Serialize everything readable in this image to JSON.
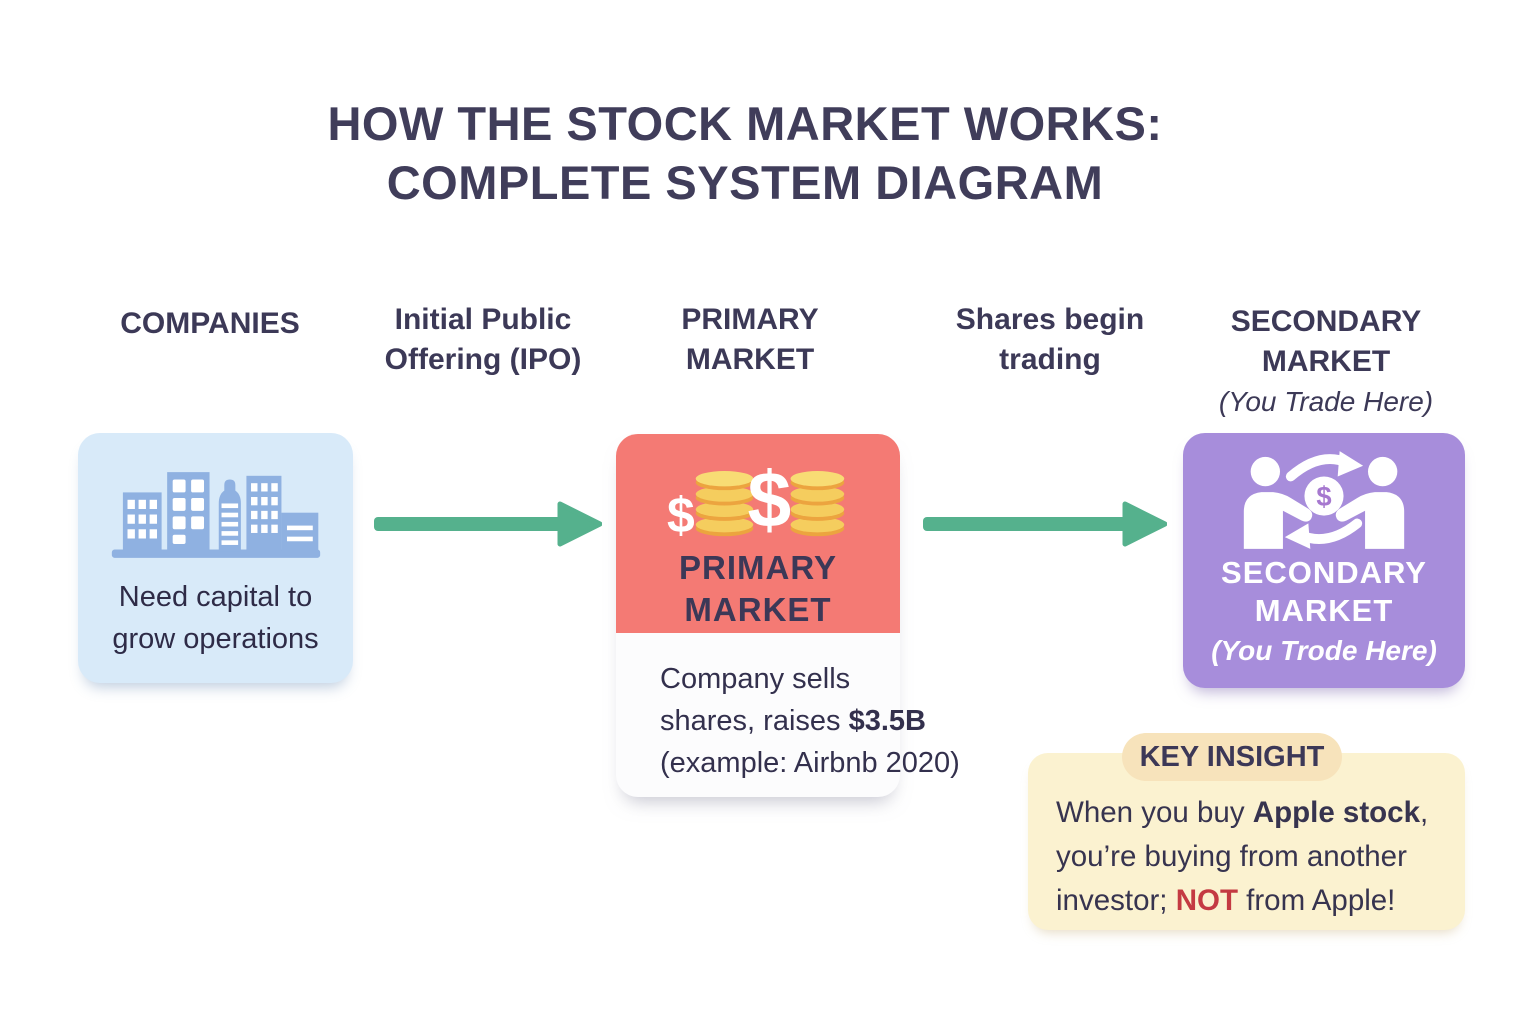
{
  "title": {
    "line1": "HOW THE STOCK MARKET WORKS:",
    "line2": "COMPLETE SYSTEM DIAGRAM"
  },
  "stage_labels": {
    "companies": "COMPANIES",
    "ipo_line1": "Initial Public",
    "ipo_line2": "Offering (IPO)",
    "primary_line1": "PRIMARY",
    "primary_line2": "MARKET",
    "shares_line1": "Shares begin",
    "shares_line2": "trading",
    "secondary_line1": "SECONDARY",
    "secondary_line2": "MARKET",
    "secondary_line3": "(You Trade Here)"
  },
  "companies_card": {
    "icon": "city-buildings-icon",
    "text_line1": "Need capital to",
    "text_line2": "grow operations"
  },
  "primary_card": {
    "icon": "coin-stacks-icon",
    "dollar_symbol": "$",
    "title_line1": "PRIMARY",
    "title_line2": "MARKET",
    "body_line1": "Company sells",
    "body_line2_prefix": "shares, raises ",
    "body_line2_bold": "$3.5B",
    "body_line3": "(example: Airbnb 2020)"
  },
  "secondary_card": {
    "icon": "traders-exchange-icon",
    "dollar_symbol": "$",
    "title_line1": "SECONDARY",
    "title_line2": "MARKET",
    "subtitle": "(You Trode Here)"
  },
  "key_insight": {
    "tab": "KEY INSIGHT",
    "line1_prefix": "When you buy ",
    "line1_bold": "Apple stock",
    "line1_suffix": ",",
    "line2": "you’re buying from another",
    "line3_prefix": "investor; ",
    "line3_bold": "NOT",
    "line3_suffix": " from Apple!"
  },
  "colors": {
    "background": "#ffffff",
    "title_text": "#403d5a",
    "body_text": "#33304d",
    "companies_card_bg": "#d8eaf9",
    "building_icon": "#8fb1e1",
    "primary_card_bg": "#f47a74",
    "primary_card_body_bg": "#fcfcfd",
    "coin_gold_light": "#f5cd5e",
    "coin_gold_dark": "#eca43f",
    "secondary_card_bg": "#a78ddb",
    "secondary_dollar": "#a678cf",
    "arrow_green": "#55b18d",
    "insight_bg": "#fbf2d0",
    "insight_tab_bg": "#f7e3bb",
    "not_red": "#c43a42",
    "icon_white": "#ffffff"
  }
}
